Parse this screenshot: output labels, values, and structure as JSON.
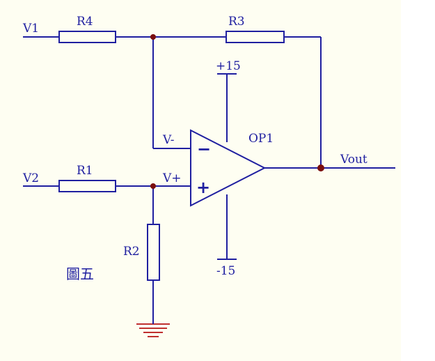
{
  "diagram": {
    "colors": {
      "wire": "#1f1fa0",
      "text": "#1f1fa0",
      "junction": "#7a0e0e",
      "ground": "#c03030",
      "paper": "#fefef2"
    },
    "labels": {
      "v1": "V1",
      "v2": "V2",
      "r1": "R1",
      "r2": "R2",
      "r3": "R3",
      "r4": "R4",
      "v_minus": "V-",
      "v_plus": "V+",
      "op1": "OP1",
      "vout": "Vout",
      "supply_pos": "+15",
      "supply_neg": "-15",
      "caption": "圖五"
    },
    "opamp_signs": {
      "minus": "−",
      "plus": "+"
    }
  }
}
